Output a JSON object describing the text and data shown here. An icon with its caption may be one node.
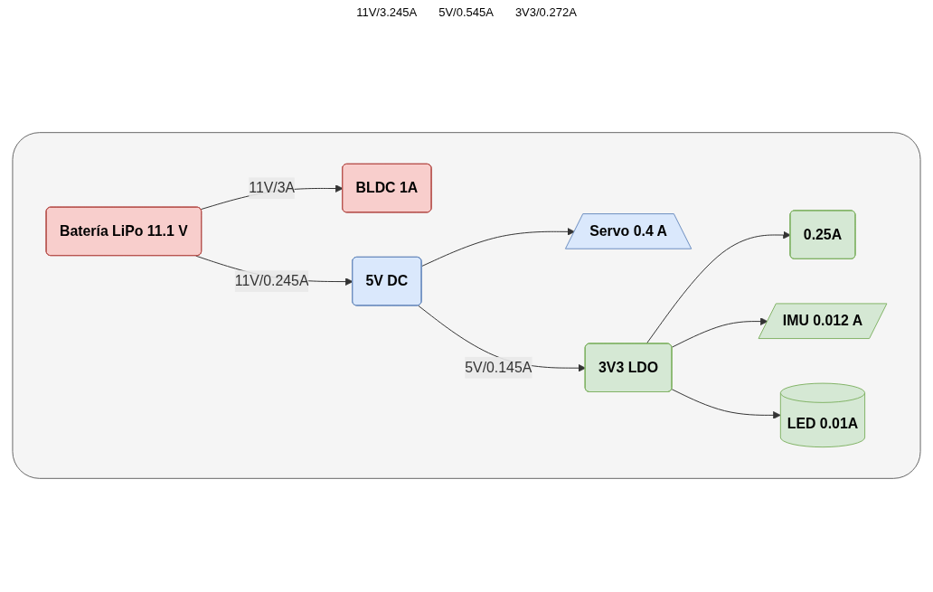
{
  "diagram": {
    "nodes": [
      {
        "text": [],
        "shape": "box"
      },
      {
        "text": [
          "Batería LiPo 11.1 V"
        ],
        "in": 0
      },
      {
        "text": [
          "BLDC 1A"
        ],
        "in": 0
      },
      {
        "text": [
          "5V DC"
        ],
        "in": 0
      },
      {
        "text": [
          "Servo 0.4 A"
        ],
        "in": 0
      },
      {
        "text": [
          "3V3 LDO"
        ],
        "in": 0
      },
      {
        "text": [
          "0.25A"
        ],
        "in": 0
      },
      {
        "text": [
          "IMU 0.012 A"
        ],
        "in": 0
      },
      {
        "text": [
          "LED 0.01A"
        ],
        "in": 0
      }
    ],
    "edges": [
      {
        "from": 1,
        "to": 2,
        "arrow": "to",
        "label": "11V/3A"
      },
      {
        "from": 1,
        "to": 3,
        "arrow": "to",
        "label": "11V/0.245A"
      },
      {
        "from": 3,
        "to": 4,
        "arrow": "to"
      },
      {
        "from": 3,
        "to": 5,
        "arrow": "to",
        "label": "5V/0.145A"
      },
      {
        "from": 5,
        "to": 6,
        "arrow": "to"
      },
      {
        "from": 5,
        "to": 7,
        "arrow": "to"
      },
      {
        "from": 5,
        "to": 8,
        "arrow": "to"
      }
    ],
    "labels": [
      "11V/3.245A",
      "5V/0.545A",
      "3V3/0.272A"
    ]
  }
}
